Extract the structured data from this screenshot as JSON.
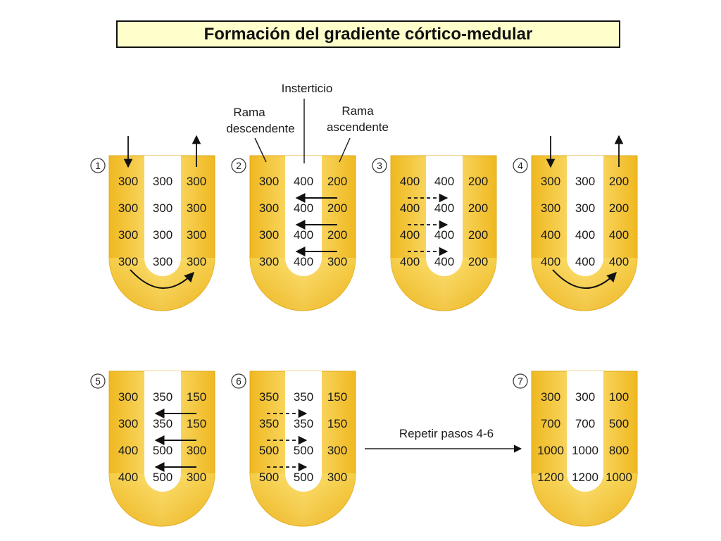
{
  "title": "Formación del gradiente córtico-medular",
  "labels": {
    "intersticio": "Insterticio",
    "rama_desc_1": "Rama",
    "rama_desc_2": "descendente",
    "rama_asc_1": "Rama",
    "rama_asc_2": "ascendente",
    "repeat": "Repetir pasos 4-6"
  },
  "colors": {
    "tube_dark": "#efb820",
    "tube_light": "#fbdf6b",
    "tube_edge": "#e0a818",
    "text": "#1a1a1a",
    "arrow": "#111111"
  },
  "steps": [
    {
      "num": "1",
      "rows": [
        [
          "300",
          "300",
          "300"
        ],
        [
          "300",
          "300",
          "300"
        ],
        [
          "300",
          "300",
          "300"
        ],
        [
          "300",
          "300",
          "300"
        ]
      ],
      "flow": true,
      "arrows": "none"
    },
    {
      "num": "2",
      "rows": [
        [
          "300",
          "400",
          "200"
        ],
        [
          "300",
          "400",
          "200"
        ],
        [
          "300",
          "400",
          "200"
        ],
        [
          "300",
          "400",
          "300"
        ]
      ],
      "flow": false,
      "arrows": "solid-left"
    },
    {
      "num": "3",
      "rows": [
        [
          "400",
          "400",
          "200"
        ],
        [
          "400",
          "400",
          "200"
        ],
        [
          "400",
          "400",
          "200"
        ],
        [
          "400",
          "400",
          "200"
        ]
      ],
      "flow": false,
      "arrows": "dashed-right"
    },
    {
      "num": "4",
      "rows": [
        [
          "300",
          "300",
          "200"
        ],
        [
          "300",
          "300",
          "200"
        ],
        [
          "400",
          "400",
          "400"
        ],
        [
          "400",
          "400",
          "400"
        ]
      ],
      "flow": true,
      "arrows": "none"
    },
    {
      "num": "5",
      "rows": [
        [
          "300",
          "350",
          "150"
        ],
        [
          "300",
          "350",
          "150"
        ],
        [
          "400",
          "500",
          "300"
        ],
        [
          "400",
          "500",
          "300"
        ]
      ],
      "flow": false,
      "arrows": "solid-left"
    },
    {
      "num": "6",
      "rows": [
        [
          "350",
          "350",
          "150"
        ],
        [
          "350",
          "350",
          "150"
        ],
        [
          "500",
          "500",
          "300"
        ],
        [
          "500",
          "500",
          "300"
        ]
      ],
      "flow": false,
      "arrows": "dashed-right"
    },
    {
      "num": "7",
      "rows": [
        [
          "300",
          "300",
          "100"
        ],
        [
          "700",
          "700",
          "500"
        ],
        [
          "1000",
          "1000",
          "800"
        ],
        [
          "1200",
          "1200",
          "1000"
        ]
      ],
      "flow": false,
      "arrows": "none"
    }
  ]
}
